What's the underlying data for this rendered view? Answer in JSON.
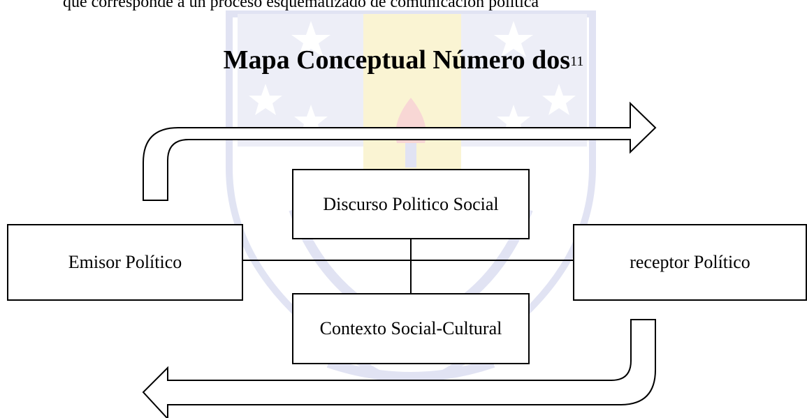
{
  "header_fragment": "que corresponde a un proceso esquematizado de comunicación política",
  "title": {
    "main": "Mapa Conceptual Número dos",
    "footnote": "11"
  },
  "nodes": {
    "emisor": "Emisor Político",
    "discurso": "Discurso Politico Social",
    "contexto": "Contexto Social-Cultural",
    "receptor": "receptor Político"
  },
  "colors": {
    "line": "#000000",
    "watermark_blue": "#c9cdea",
    "watermark_yellow": "#f7ecb0",
    "watermark_red": "#f3b8b4"
  }
}
